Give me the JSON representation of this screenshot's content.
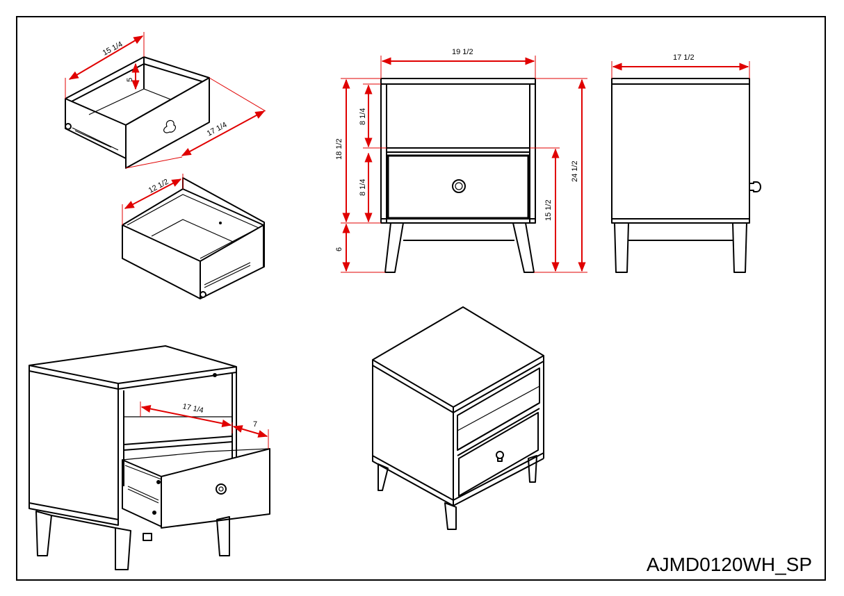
{
  "drawing_code": "AJMD0120WH_SP",
  "dimensions": {
    "drawer_width": "15 1/4",
    "drawer_depth_top": "17 1/4",
    "drawer_height": "5",
    "drawer_inner_width": "12 1/2",
    "front_overall_width": "19 1/2",
    "front_shelf_height": "8 1/4",
    "front_drawer_height": "8 1/4",
    "front_body_height": "18 1/2",
    "front_leg_height": "6",
    "front_to_drawer_top": "15 1/2",
    "front_total_height": "24 1/2",
    "side_depth": "17 1/2",
    "open_drawer_depth": "17 1/4",
    "open_drawer_extension": "7"
  },
  "colors": {
    "dimension_line": "#e00000",
    "outline": "#000000"
  }
}
